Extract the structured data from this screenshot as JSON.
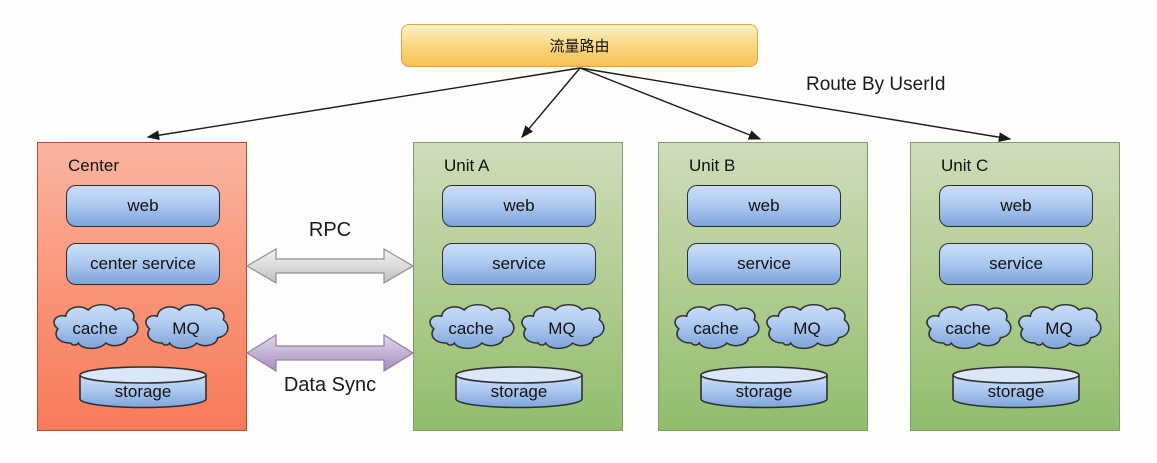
{
  "diagram": {
    "router": {
      "label": "流量路由"
    },
    "route_annotation": "Route By UserId",
    "connections": {
      "rpc_label": "RPC",
      "data_sync_label": "Data Sync"
    },
    "containers": [
      {
        "label": "Center",
        "web": "web",
        "service": "center service",
        "cache": "cache",
        "mq": "MQ",
        "storage": "storage"
      },
      {
        "label": "Unit A",
        "web": "web",
        "service": "service",
        "cache": "cache",
        "mq": "MQ",
        "storage": "storage"
      },
      {
        "label": "Unit B",
        "web": "web",
        "service": "service",
        "cache": "cache",
        "mq": "MQ",
        "storage": "storage"
      },
      {
        "label": "Unit C",
        "web": "web",
        "service": "service",
        "cache": "cache",
        "mq": "MQ",
        "storage": "storage"
      }
    ],
    "colors": {
      "router_fill_top": "#fdf2c8",
      "router_fill_bottom": "#f7c154",
      "router_border": "#e3a43b",
      "center_fill_top": "#fbb5a1",
      "center_fill_bottom": "#f87b5b",
      "center_border": "#b34a32",
      "unit_fill_top": "#cfdcba",
      "unit_fill_bottom": "#90bd6c",
      "unit_border": "#85986d",
      "component_fill_top": "#cadcf5",
      "component_fill_bottom": "#7ea4db",
      "component_border": "#2f2f2f",
      "rpc_arrow_fill": "#d4d4d4",
      "data_sync_arrow_fill": "#b99fce",
      "connector_line": "#1a1a1a"
    }
  }
}
